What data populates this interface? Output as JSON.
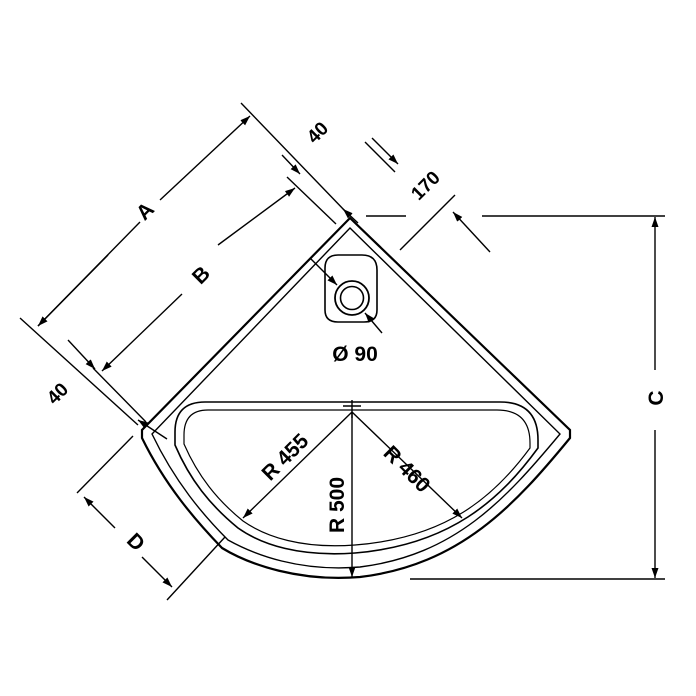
{
  "colors": {
    "line": "#000000",
    "background": "#ffffff"
  },
  "labels": {
    "dim_a": "A",
    "dim_b": "B",
    "dim_c": "C",
    "dim_d": "D",
    "dim_40_top": "40",
    "dim_40_left": "40",
    "dim_170": "170",
    "drain_diameter": "Ø 90",
    "radius_455": "R 455",
    "radius_460": "R 460",
    "radius_500": "R 500"
  }
}
